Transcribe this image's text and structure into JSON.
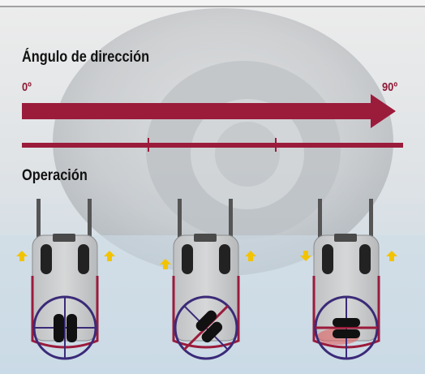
{
  "title": "Ángulo de dirección",
  "scale": {
    "start_label": "0º",
    "end_label": "90º"
  },
  "operation_title": "Operación",
  "colors": {
    "accent": "#9b1b3b",
    "label_accent": "#8f1a36",
    "circle": "#3b2a78",
    "arrow_marker": "#f2c300",
    "marker_stop": "#d93a3a"
  },
  "diagrams": [
    {
      "name": "straight",
      "steer_angle_deg": 0
    },
    {
      "name": "angled",
      "steer_angle_deg": 45
    },
    {
      "name": "perpendicular",
      "steer_angle_deg": 90
    }
  ]
}
